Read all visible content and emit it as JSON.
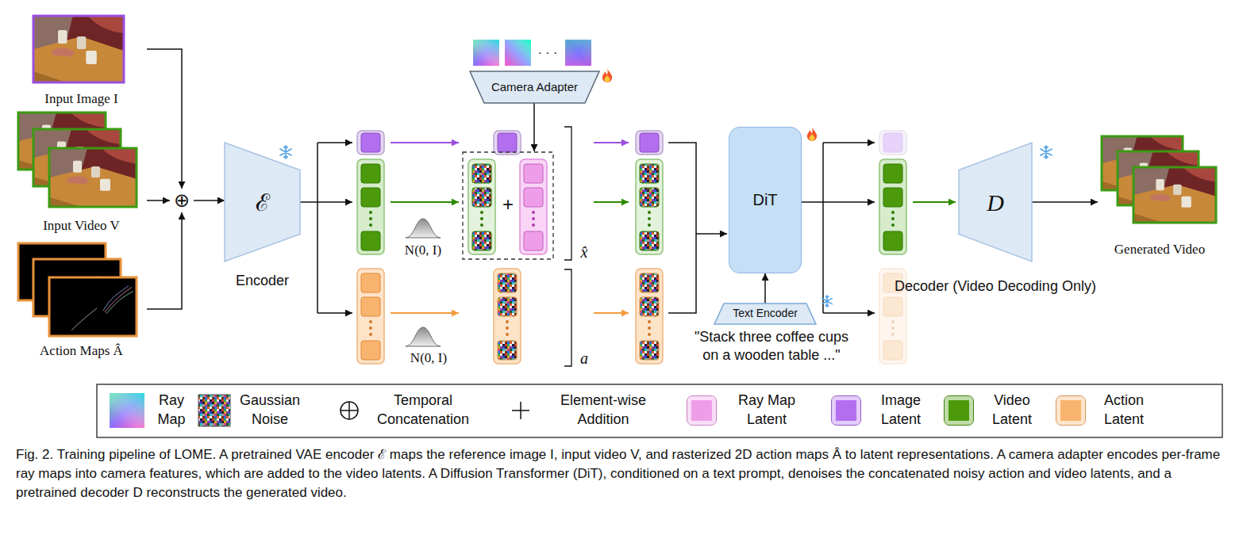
{
  "diagram": {
    "caption": "Fig. 2. Training pipeline of LOME. A pretrained VAE encoder ℰ maps the reference image I, input video V, and rasterized 2D action maps Â to latent representations. A camera adapter encodes per-frame ray maps into camera features, which are added to the video latents. A Diffusion Transformer (DiT), conditioned on a text prompt, denoises the concatenated noisy action and video latents, and a pretrained decoder D reconstructs the generated video.",
    "nodes": [
      {
        "text": [
          "Input Image I"
        ]
      },
      {
        "text": [
          "Input Video V"
        ]
      },
      {
        "text": [
          "Action Maps Â"
        ]
      },
      {
        "text": [
          "⊕"
        ]
      },
      {
        "text": [
          "ℰ",
          "Encoder"
        ]
      },
      {
        "text": [
          "Camera Adapter"
        ]
      },
      {
        "text": [
          "DiT"
        ]
      },
      {
        "text": [
          "Text Encoder"
        ]
      },
      {
        "text": [
          "D",
          "Decoder (Video Decoding Only)"
        ]
      },
      {
        "text": [
          "Generated Video"
        ]
      }
    ],
    "edges": [
      {
        "from": 0,
        "to": 3,
        "arrow": "to"
      },
      {
        "from": 1,
        "to": 3,
        "arrow": "to"
      },
      {
        "from": 2,
        "to": 3,
        "arrow": "to"
      },
      {
        "from": 3,
        "to": 4,
        "arrow": "to"
      },
      {
        "from": 7,
        "to": 6,
        "arrow": "to"
      },
      {
        "from": 8,
        "to": 9,
        "arrow": "to"
      }
    ],
    "labels": [
      "N(0, I)",
      "N(0, I)",
      "+",
      "x̂",
      "a",
      "\"Stack three coffee cups on a wooden table ...\"",
      "· · ·"
    ],
    "legend": [
      {
        "text": "Ray Map"
      },
      {
        "text": "Gaussian Noise"
      },
      {
        "text": "Temporal Concatenation"
      },
      {
        "text": "Element-wise Addition"
      },
      {
        "text": "Ray Map Latent",
        "color": "#ee9ee8"
      },
      {
        "text": "Image Latent",
        "color": "#b36ef0"
      },
      {
        "text": "Video Latent",
        "color": "#4c9a0c"
      },
      {
        "text": "Action Latent",
        "color": "#f8b46e"
      }
    ]
  }
}
